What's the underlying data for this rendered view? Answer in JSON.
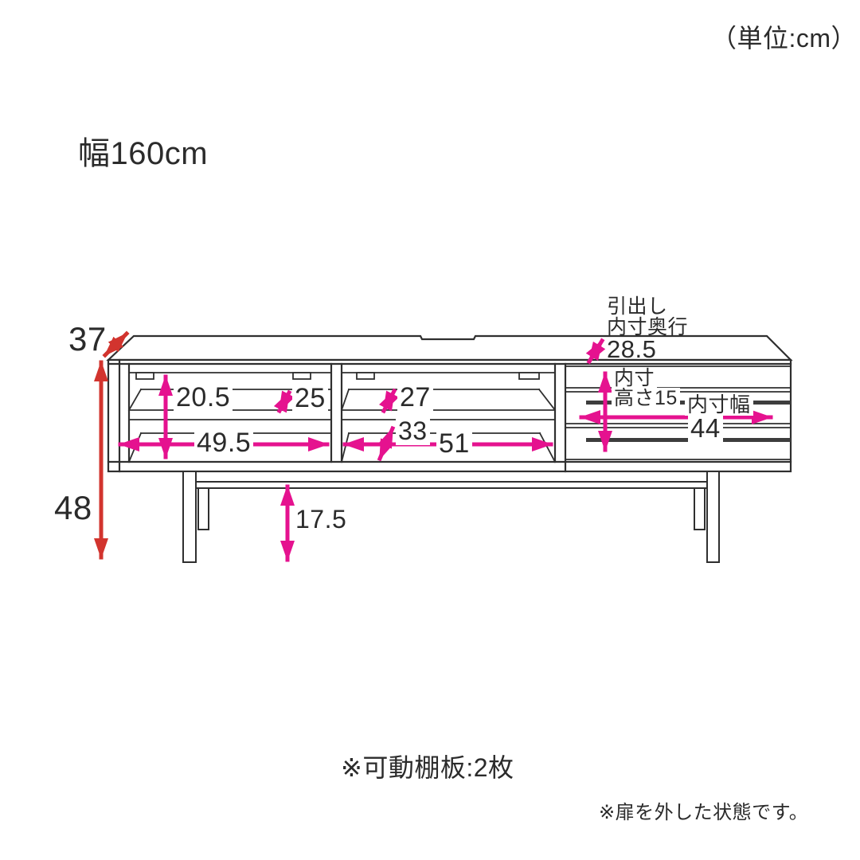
{
  "header": {
    "unit_note": "（単位:cm）",
    "width_label": "幅160cm"
  },
  "dimensions": {
    "overall_depth": "37",
    "overall_height": "48",
    "left_inner_height": "20.5",
    "left_shelf_depth": "25",
    "left_inner_width": "49.5",
    "center_shelf_depth": "27",
    "center_lower_depth": "33",
    "center_inner_width": "51",
    "leg_height": "17.5",
    "drawer_depth_line1": "引出し",
    "drawer_depth_line2": "内寸奥行",
    "drawer_inner_depth": "28.5",
    "drawer_height_line1": "内寸",
    "drawer_height_line2": "高さ15",
    "drawer_width_label": "内寸幅",
    "drawer_inner_width": "44"
  },
  "footnotes": {
    "shelf_note": "※可動棚板:2枚",
    "door_note": "※扉を外した状態です。"
  },
  "colors": {
    "outer_arrow": "#d2342e",
    "inner_arrow": "#e5128f",
    "line": "#2f2f2f"
  }
}
